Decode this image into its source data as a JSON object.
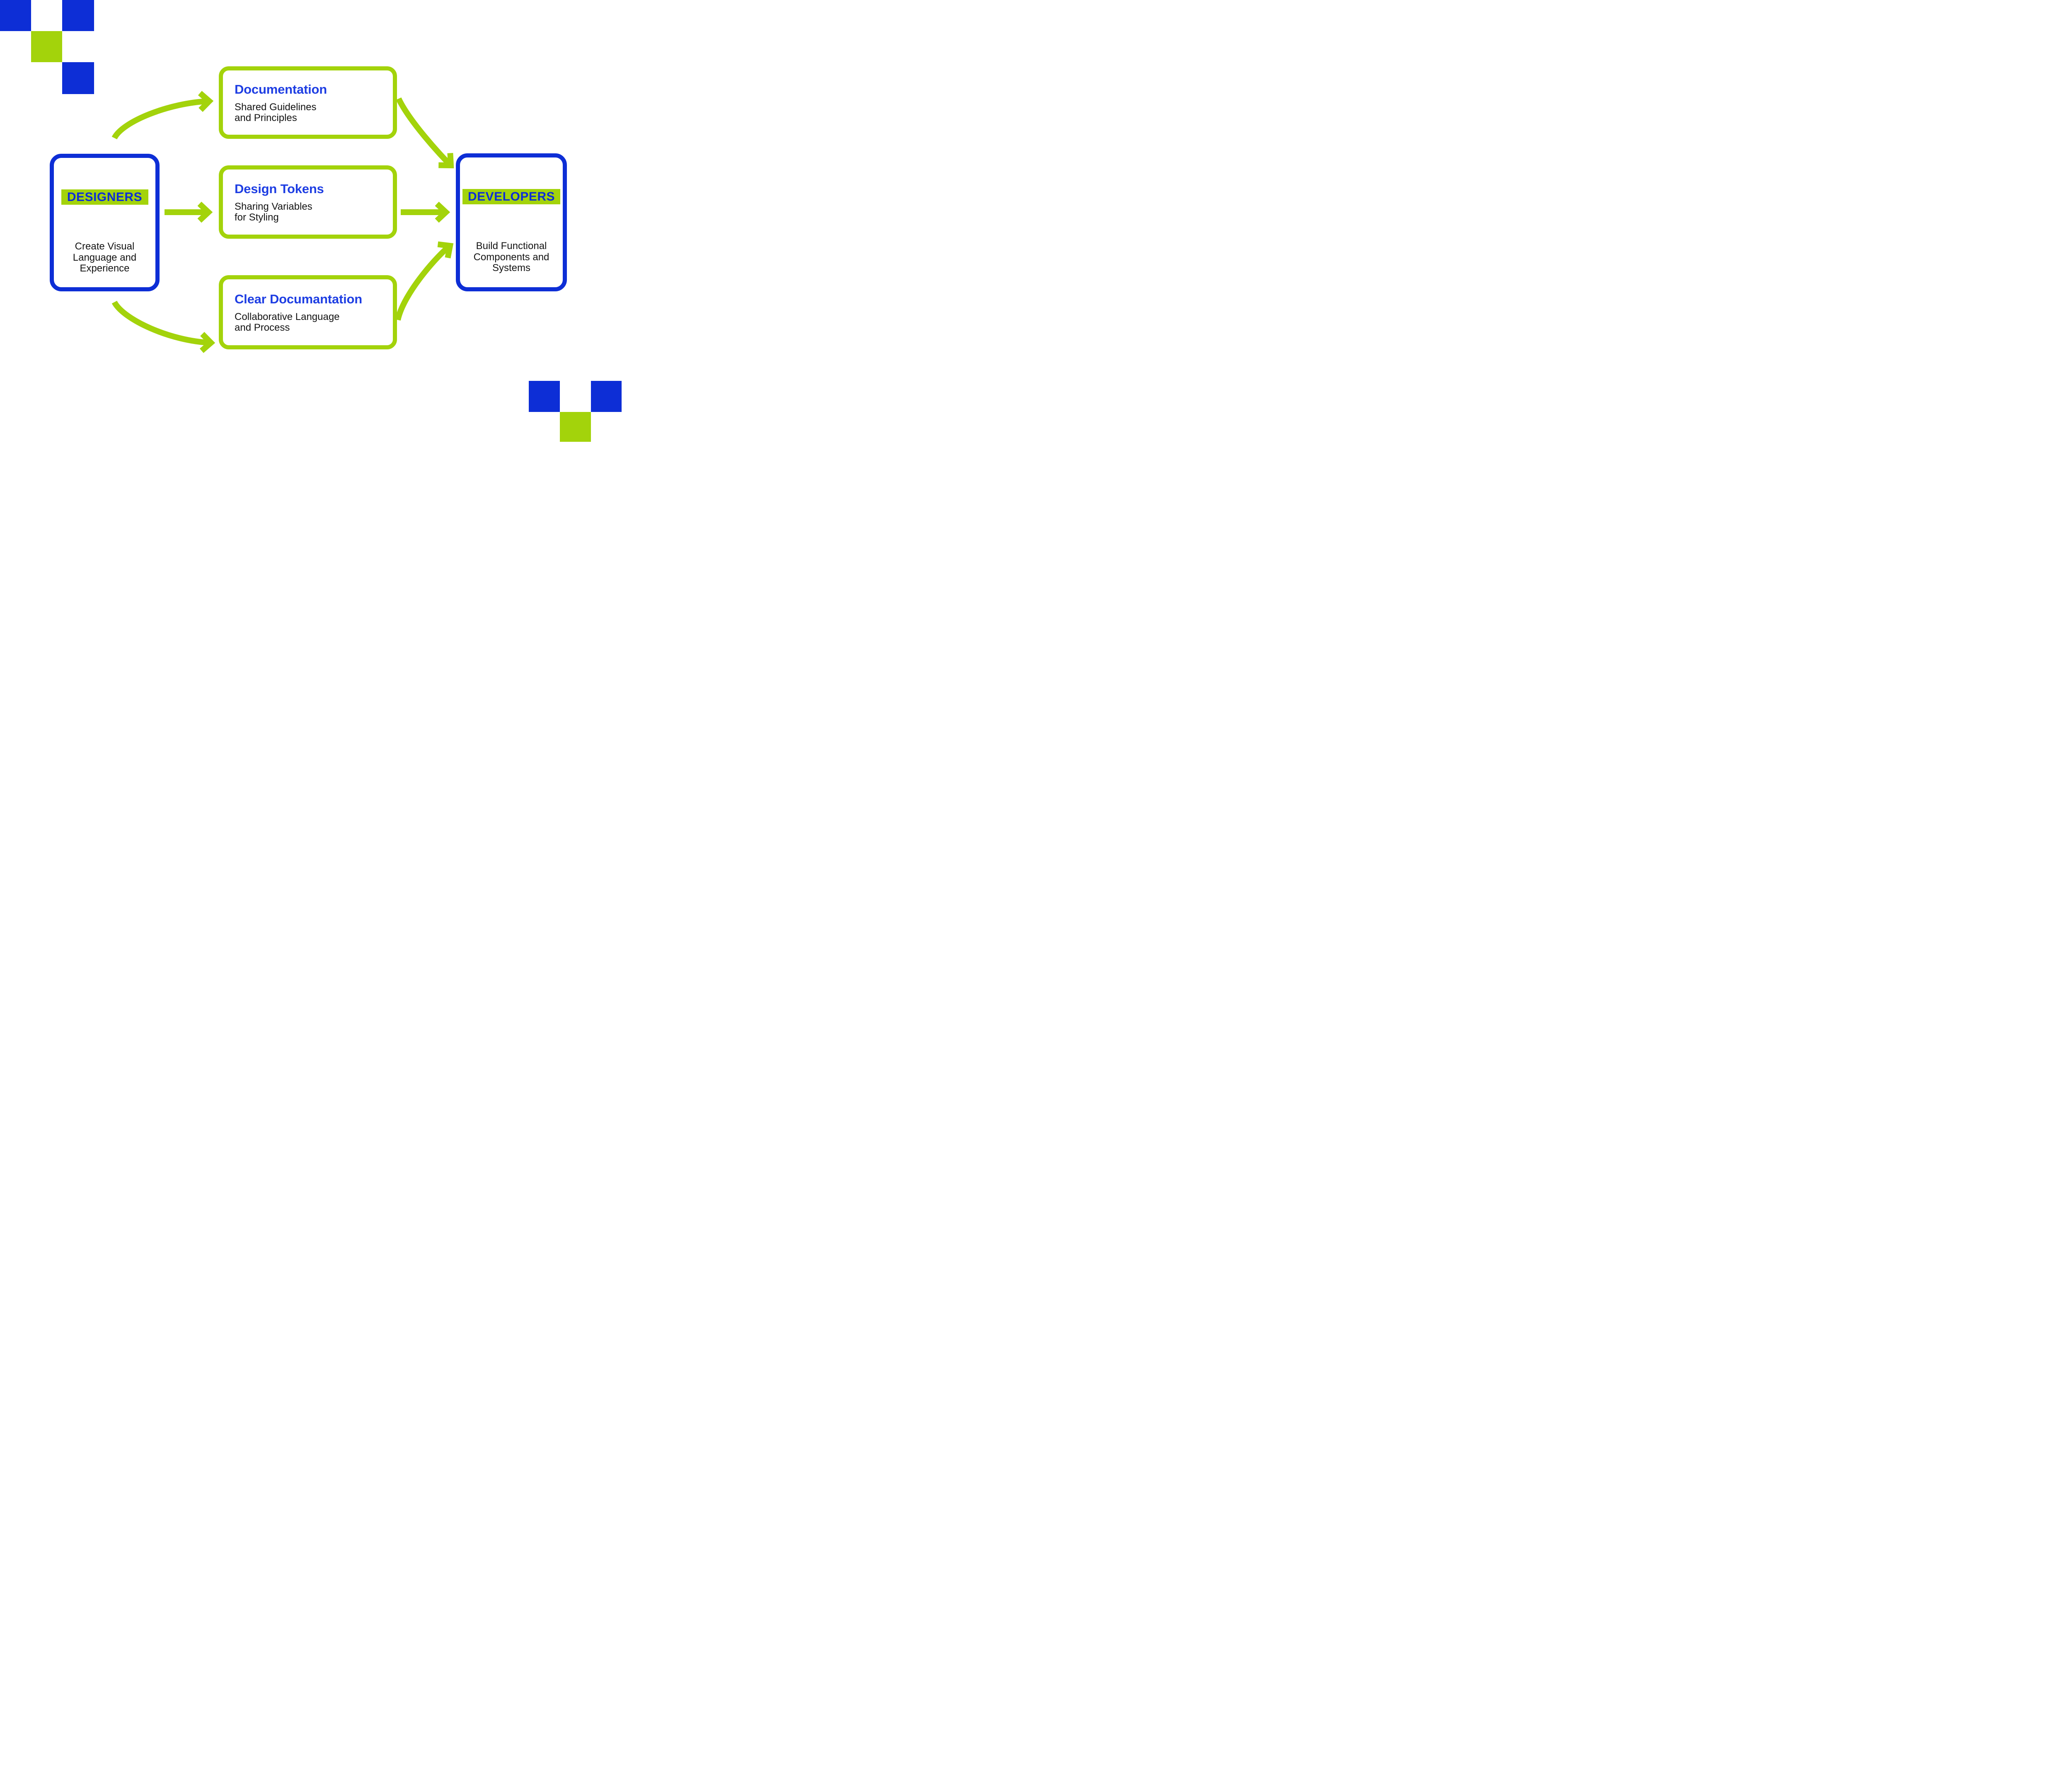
{
  "colors": {
    "blue": "#0D2ED6",
    "heading_blue": "#1E3EE3",
    "green": "#A3D30B",
    "ink": "#131313",
    "bg": "#FFFFFF"
  },
  "diagram": {
    "designers": {
      "title": "DESIGNERS",
      "body_lines": [
        "Create Visual",
        "Language and",
        "Experience"
      ]
    },
    "developers": {
      "title": "DEVELOPERS",
      "body_lines": [
        "Build Functional",
        "Components and",
        "Systems"
      ]
    },
    "steps": [
      {
        "title": "Documentation",
        "body_lines": [
          "Shared Guidelines",
          "and Principles"
        ]
      },
      {
        "title": "Design Tokens",
        "body_lines": [
          "Sharing Variables",
          "for Styling"
        ]
      },
      {
        "title": "Clear Documantation",
        "body_lines": [
          "Collaborative Language",
          "and Process"
        ]
      }
    ]
  }
}
